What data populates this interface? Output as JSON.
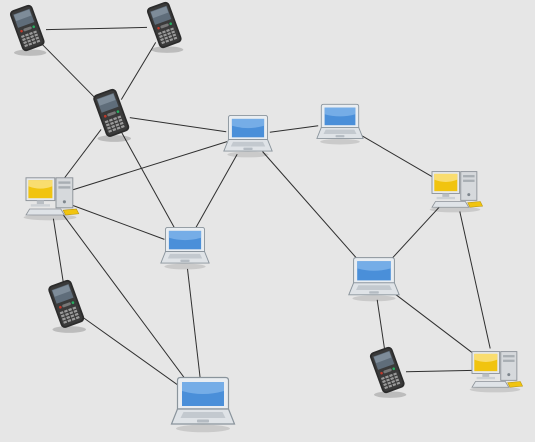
{
  "diagram": {
    "type": "network-topology",
    "colors": {
      "background": "#e6e6e6",
      "edge": "#2f2f2f",
      "screen": "#4a8fd9",
      "monitor_screen": "#f1c40f",
      "device_body": "#2b2b2b"
    },
    "nodes": [
      {
        "id": "phone-1",
        "kind": "phone",
        "icon": "smartphone-icon"
      },
      {
        "id": "phone-2",
        "kind": "phone",
        "icon": "smartphone-icon"
      },
      {
        "id": "phone-3",
        "kind": "phone",
        "icon": "smartphone-icon"
      },
      {
        "id": "desktop-1",
        "kind": "desktop",
        "icon": "desktop-computer-icon"
      },
      {
        "id": "laptop-1",
        "kind": "laptop",
        "icon": "laptop-icon"
      },
      {
        "id": "laptop-2",
        "kind": "laptop",
        "icon": "laptop-icon"
      },
      {
        "id": "laptop-3",
        "kind": "laptop",
        "icon": "laptop-icon"
      },
      {
        "id": "phone-4",
        "kind": "phone",
        "icon": "smartphone-icon"
      },
      {
        "id": "laptop-4",
        "kind": "laptop",
        "icon": "laptop-icon"
      },
      {
        "id": "desktop-2",
        "kind": "desktop",
        "icon": "desktop-computer-icon"
      },
      {
        "id": "laptop-5",
        "kind": "laptop",
        "icon": "laptop-icon"
      },
      {
        "id": "phone-5",
        "kind": "phone",
        "icon": "smartphone-icon"
      },
      {
        "id": "desktop-3",
        "kind": "desktop",
        "icon": "desktop-computer-icon"
      }
    ],
    "edges": [
      [
        "phone-1",
        "phone-2"
      ],
      [
        "phone-1",
        "phone-3"
      ],
      [
        "phone-2",
        "phone-3"
      ],
      [
        "phone-3",
        "desktop-1"
      ],
      [
        "phone-3",
        "laptop-3"
      ],
      [
        "phone-3",
        "laptop-1"
      ],
      [
        "laptop-1",
        "laptop-2"
      ],
      [
        "laptop-1",
        "desktop-1"
      ],
      [
        "laptop-1",
        "laptop-3"
      ],
      [
        "laptop-1",
        "laptop-5"
      ],
      [
        "laptop-2",
        "desktop-2"
      ],
      [
        "desktop-1",
        "laptop-3"
      ],
      [
        "desktop-1",
        "phone-4"
      ],
      [
        "desktop-1",
        "laptop-4"
      ],
      [
        "laptop-3",
        "laptop-4"
      ],
      [
        "phone-4",
        "laptop-4"
      ],
      [
        "desktop-2",
        "laptop-5"
      ],
      [
        "desktop-2",
        "desktop-3"
      ],
      [
        "laptop-5",
        "phone-5"
      ],
      [
        "laptop-5",
        "desktop-3"
      ],
      [
        "phone-5",
        "desktop-3"
      ]
    ]
  }
}
